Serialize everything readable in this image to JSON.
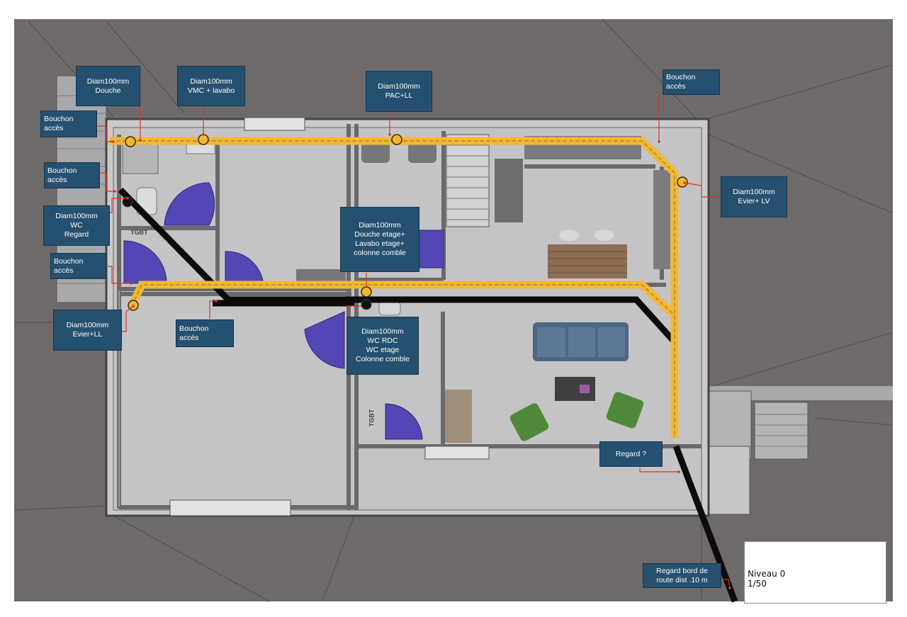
{
  "labels": {
    "douche": [
      "Diam100mm",
      "Douche"
    ],
    "vmc": [
      "Diam100mm",
      "VMC + lavabo"
    ],
    "pac": [
      "Diam100mm",
      "PAC+LL"
    ],
    "bouchon_top_right": [
      "Bouchon",
      "accès"
    ],
    "bouchon_1": [
      "Bouchon",
      "accès"
    ],
    "bouchon_2": [
      "Bouchon",
      "accès"
    ],
    "wc_regard": [
      "Diam100mm",
      "WC",
      "Regard"
    ],
    "bouchon_3": [
      "Bouchon",
      "accès"
    ],
    "evier_ll": [
      "Diam100mm",
      "Evier+LL"
    ],
    "bouchon_center": [
      "Bouchon",
      "accès"
    ],
    "douche_etage": [
      "Diam100mm",
      "Douche etage+",
      "Lavabo etage+",
      "colonne comble"
    ],
    "wc_rdc": [
      "Diam100mm",
      "WC RDC",
      "WC etage",
      "Colonne comble"
    ],
    "evier_lv": [
      "Diam100mm",
      "Evier+ LV"
    ],
    "regard_q": [
      "Regard ?"
    ],
    "regard_route": [
      "Regard bord de",
      "route dist .10 m"
    ]
  },
  "panel_tags": [
    "TGBT",
    "TGBT"
  ],
  "legend": {
    "level": "Niveau 0",
    "scale": "1/50"
  },
  "colors": {
    "background": "#6e6a69",
    "floor": "#c9c9cb",
    "pipe_main": "#f2b733",
    "pipe_black": "#0b0b0b",
    "door": "#5347b6",
    "label_box": "#25506f",
    "annotation": "#d8312b"
  }
}
